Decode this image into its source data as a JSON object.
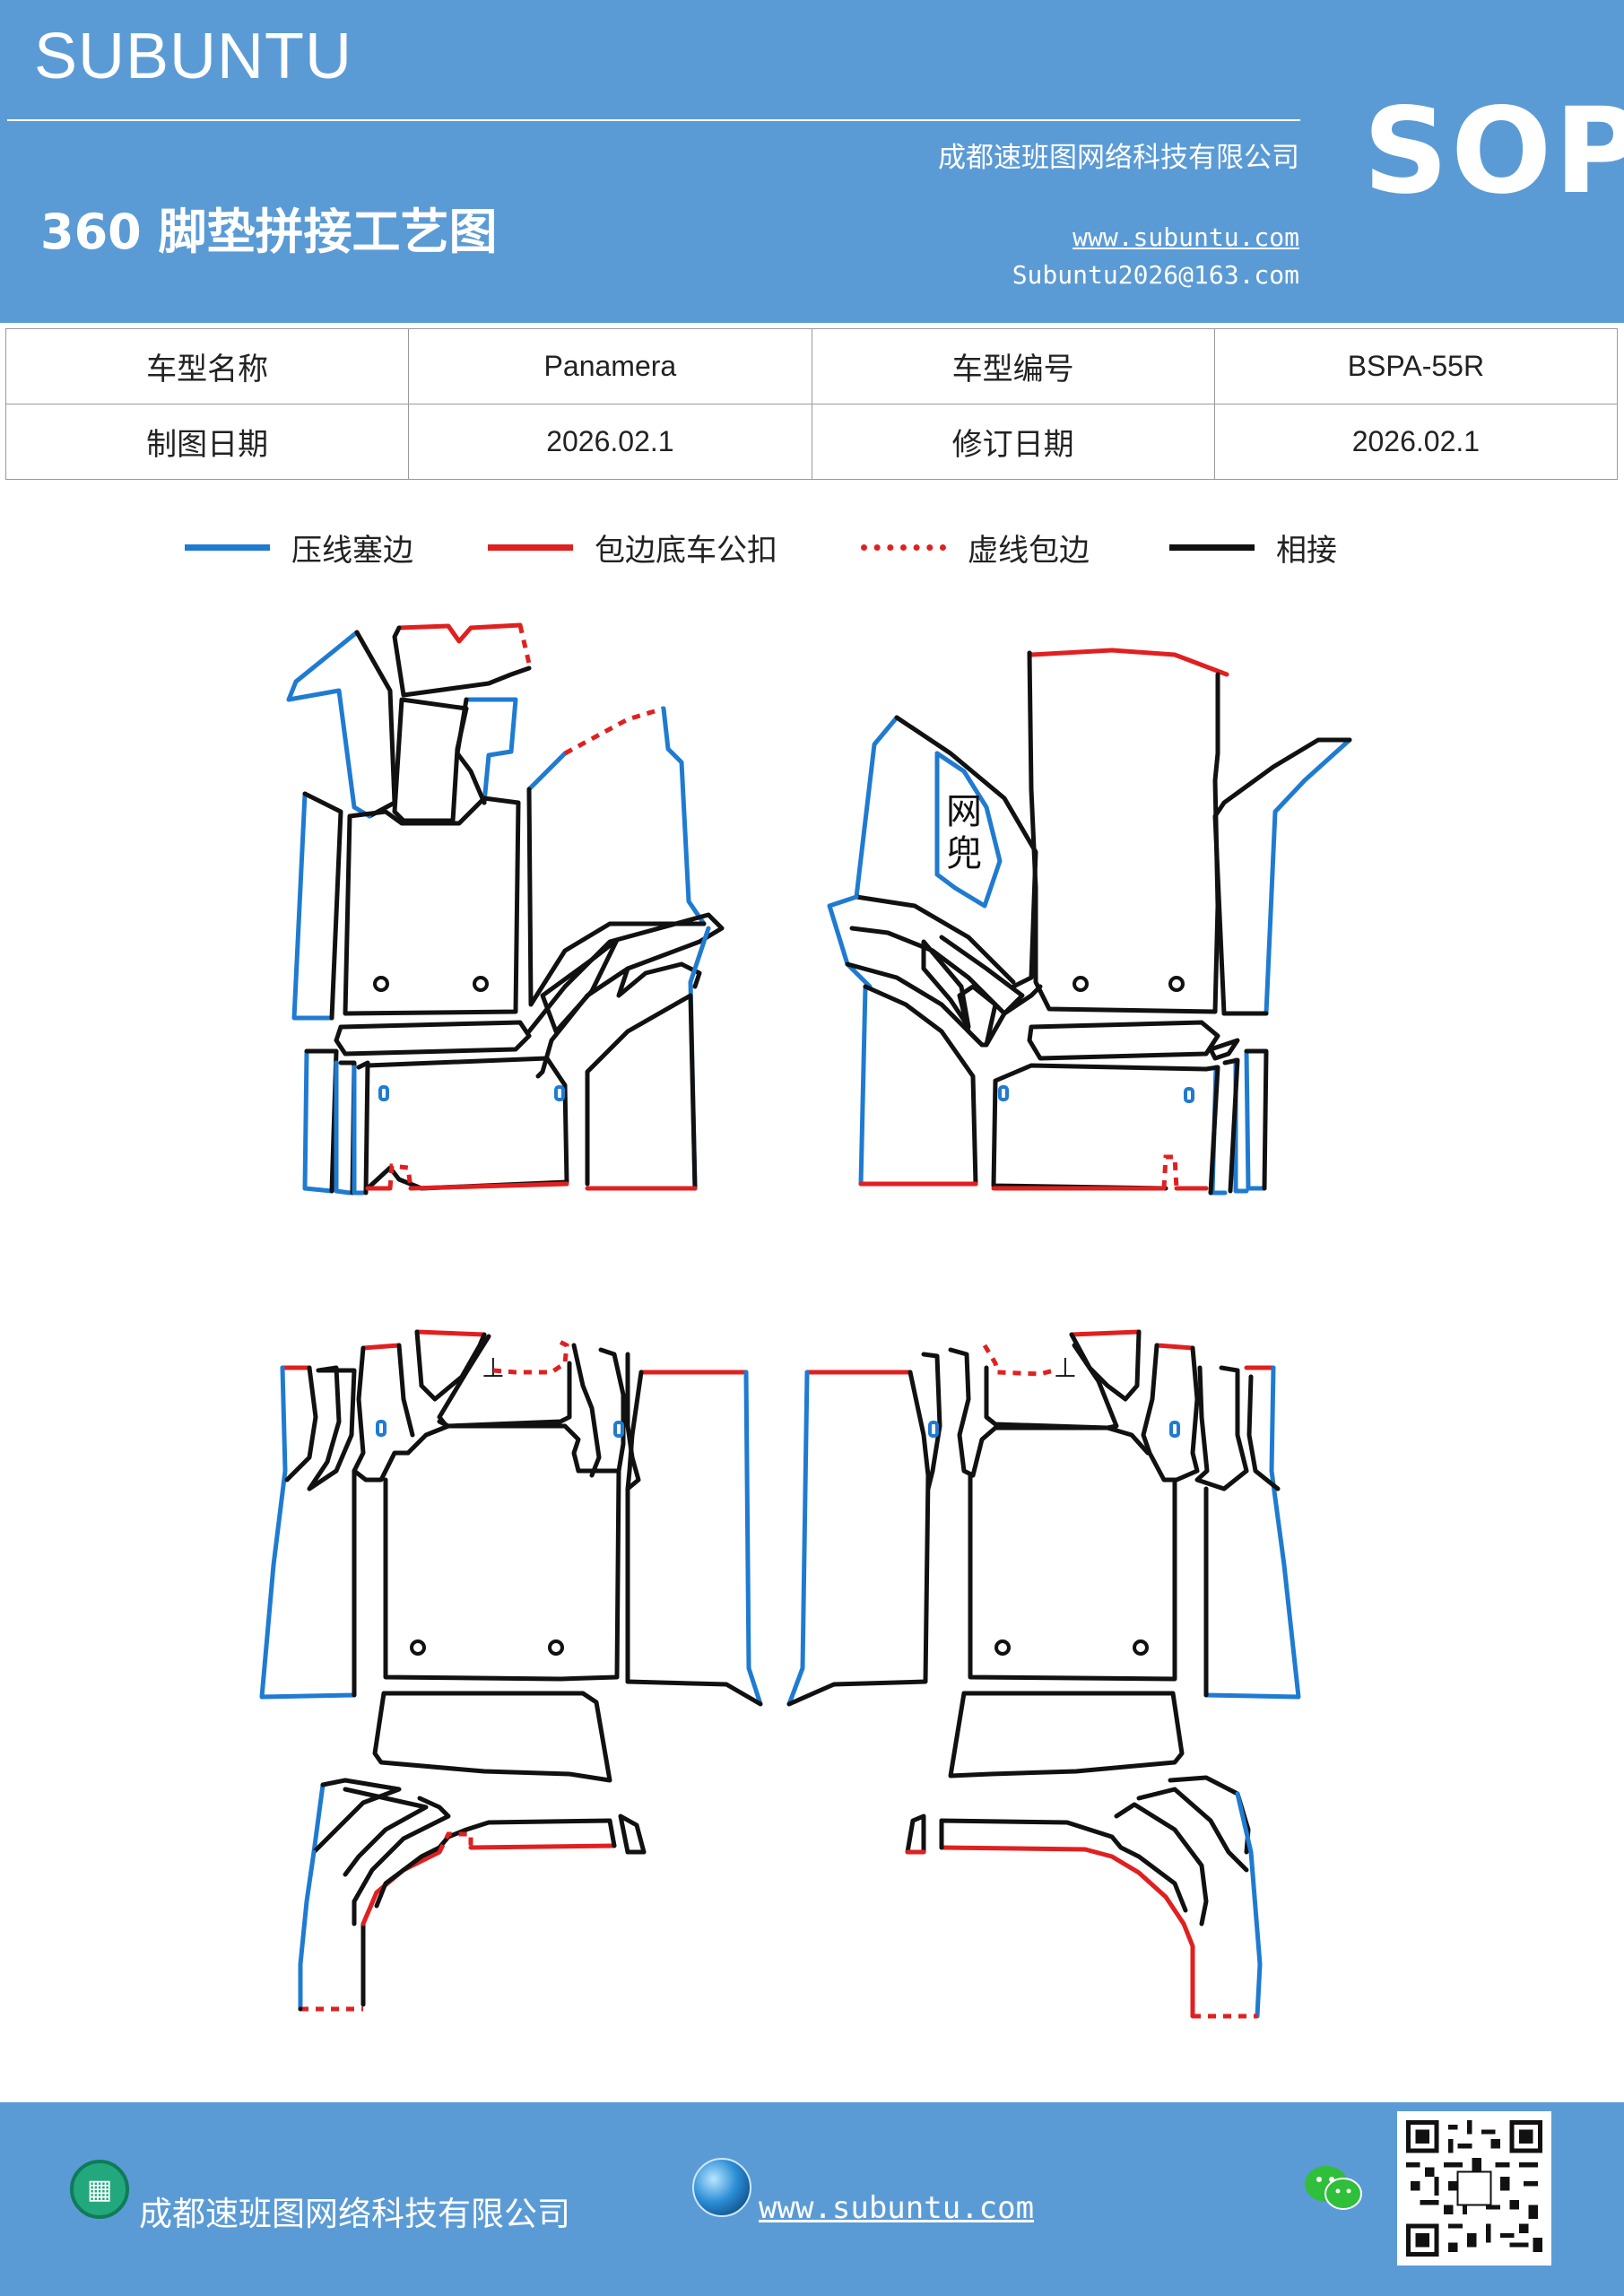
{
  "header": {
    "brand": "SUBUNTU",
    "sop": "SOP",
    "company": "成都速班图网络科技有限公司",
    "title": "360 脚垫拼接工艺图",
    "website": "www.subuntu.com",
    "email": "Subuntu2026@163.com"
  },
  "info_table": {
    "row1": {
      "label1": "车型名称",
      "value1": "Panamera",
      "label2": "车型编号",
      "value2": "BSPA-55R"
    },
    "row2": {
      "label1": "制图日期",
      "value1": "2026.02.1",
      "label2": "修订日期",
      "value2": "2026.02.1"
    }
  },
  "legend": [
    {
      "label": "压线塞边",
      "color": "#1f7bd1",
      "style": "solid"
    },
    {
      "label": "包边底车公扣",
      "color": "#e02020",
      "style": "solid"
    },
    {
      "label": "虚线包边",
      "color": "#e02020",
      "style": "dashed"
    },
    {
      "label": "相接",
      "color": "#111111",
      "style": "solid"
    }
  ],
  "diagram": {
    "net_pocket_label_1": "网",
    "net_pocket_label_2": "兜",
    "colors": {
      "press_edge": "#1f7bd1",
      "wrap_edge": "#e02020",
      "join": "#111111"
    }
  },
  "footer": {
    "company": "成都速班图网络科技有限公司",
    "website": "www.subuntu.com",
    "icons": [
      "building-icon",
      "globe-icon",
      "wechat-icon",
      "qr-code"
    ]
  }
}
